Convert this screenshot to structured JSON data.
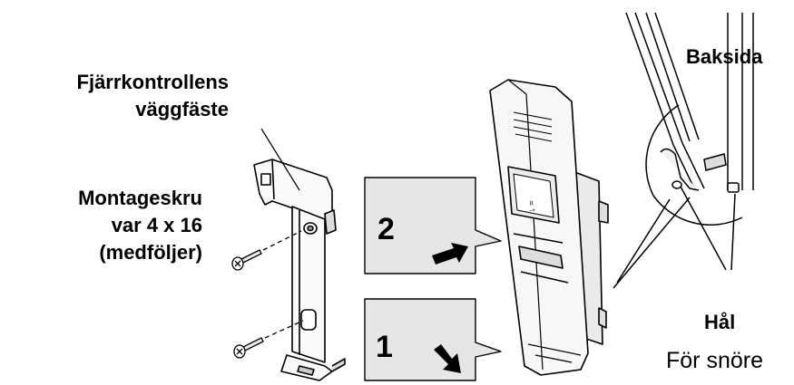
{
  "labels": {
    "bracket_title_line1": "Fjärrkontrollens",
    "bracket_title_line2": "väggfäste",
    "screw_line1": "Montageskru",
    "screw_line2": "var 4 x 16",
    "screw_line3": "(medföljer)",
    "back_side": "Baksida",
    "hole": "Hål",
    "for_cord": "För snöre"
  },
  "steps": {
    "step2": "2",
    "step1": "1"
  },
  "colors": {
    "line": "#000000",
    "step_box_fill": "#e6e6e6",
    "device_fill": "#f7f7f7",
    "shade": "#c8c8c8"
  }
}
